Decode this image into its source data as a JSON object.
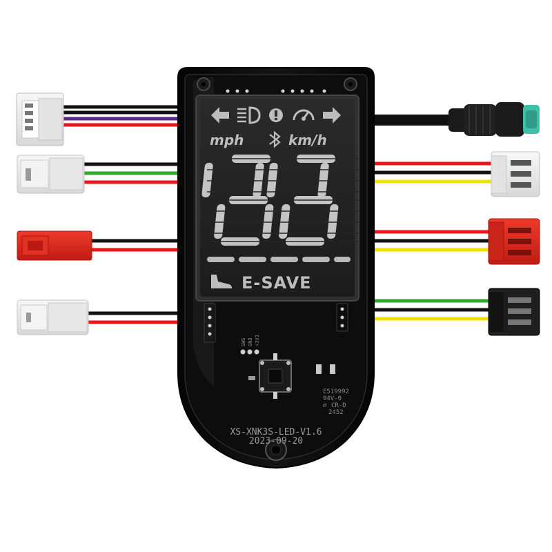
{
  "display": {
    "units_left": "mph",
    "units_right": "km/h",
    "speed_digits": "88",
    "mode_label": "E-SAVE"
  },
  "pcb": {
    "board_id": "XS-XNK3S-LED-V1.6",
    "board_date": "2023-09-20",
    "pin_labels": [
      "SWS",
      "GND",
      "+3V3"
    ],
    "cert_lines": [
      "E519992",
      "94V-0",
      "CR-D",
      "2452"
    ]
  },
  "wire_colors": {
    "red": "#e8141b",
    "black": "#111111",
    "green": "#2fa82d",
    "yellow": "#f0e100",
    "purple": "#5a2a82",
    "white_connector": "#eeeeee",
    "red_connector": "#d9261c"
  }
}
